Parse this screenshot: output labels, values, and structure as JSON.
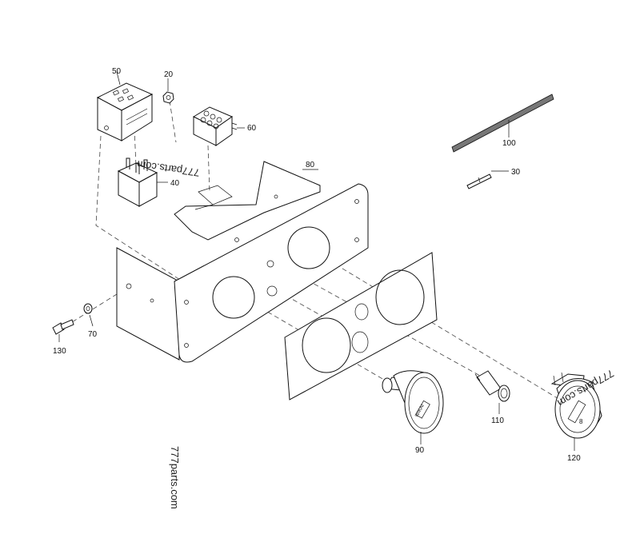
{
  "diagram": {
    "callouts": {
      "c50": "50",
      "c20": "20",
      "c60": "60",
      "c40": "40",
      "c80": "80",
      "c100": "100",
      "c30": "30",
      "c130": "130",
      "c70": "70",
      "c90": "90",
      "c110": "110",
      "c120": "120"
    },
    "watermarks": {
      "top": "777parts.com",
      "right": "777parts.com",
      "left": "777parts.com"
    },
    "gauge_brand": "WIKAI",
    "hourmeter_digit": "8"
  }
}
